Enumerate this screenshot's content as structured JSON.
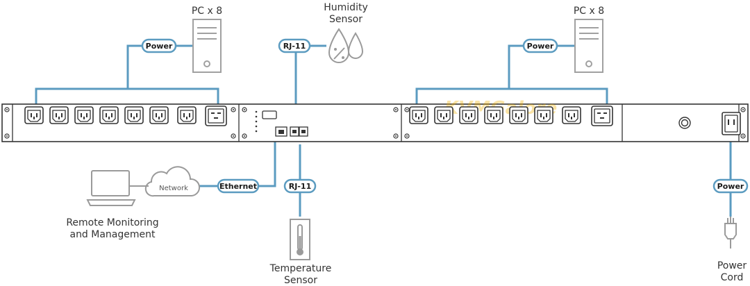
{
  "colors": {
    "cable": "#5b9bc0",
    "device": "#333333",
    "icon": "#9a9a9a",
    "watermark": "#f0b000"
  },
  "labels": {
    "pc_left": "PC x 8",
    "pc_right": "PC x 8",
    "humidity_line1": "Humidity",
    "humidity_line2": "Sensor",
    "remote_line1": "Remote Monitoring",
    "remote_line2": "and Management",
    "temp_line1": "Temperature",
    "temp_line2": "Sensor",
    "cord_line1": "Power",
    "cord_line2": "Cord",
    "network": "Network"
  },
  "pills": {
    "power_left": "Power",
    "rj11_top": "RJ-11",
    "power_right": "Power",
    "ethernet": "Ethernet",
    "rj11_bottom": "RJ-11",
    "power_cord": "Power"
  },
  "watermark": "KVMGalore",
  "icons": [
    "pc-tower-icon",
    "droplets-icon",
    "laptop-icon",
    "cloud-icon",
    "thermometer-icon",
    "plug-icon",
    "outlet-icon",
    "breaker-icon"
  ]
}
